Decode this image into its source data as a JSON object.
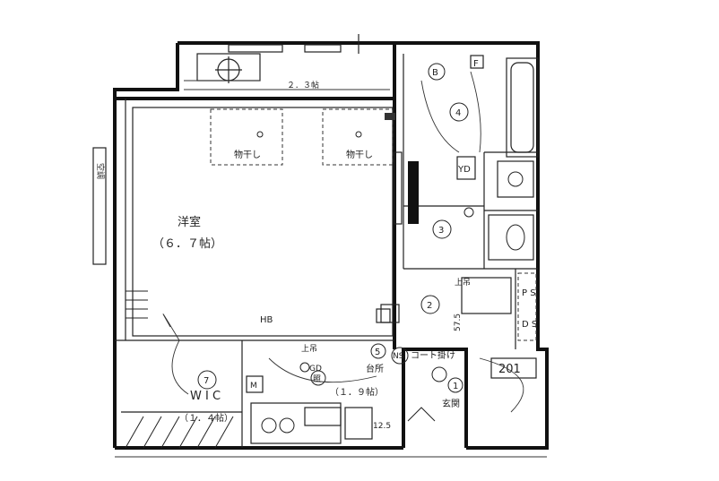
{
  "plan": {
    "unit_number": "201",
    "rooms": {
      "western": "洋室",
      "western_size": "（６．７帖）",
      "kitchen": "台所",
      "kitchen_size": "（１．９帖）",
      "entrance": "玄関",
      "wic": "W I C",
      "wic_size": "（１．４帖）"
    },
    "labels": {
      "drying_1": "物干し",
      "drying_2": "物干し",
      "balcony_2": "２．３帖",
      "hb": "HB",
      "upper_cabinet_1": "上吊",
      "upper_cabinet_2": "上吊",
      "coat_hook": "コート掛け",
      "ps": "P S",
      "ds": "D S",
      "dim": "57.5",
      "dim_2": "12.5",
      "yd": "YD",
      "f": "F",
      "b": "B",
      "m": "M",
      "gd": "GD",
      "light": "照",
      "ns": "NS",
      "aircon": "空調"
    },
    "circuits": [
      "1",
      "2",
      "3",
      "4",
      "5",
      "7"
    ]
  }
}
